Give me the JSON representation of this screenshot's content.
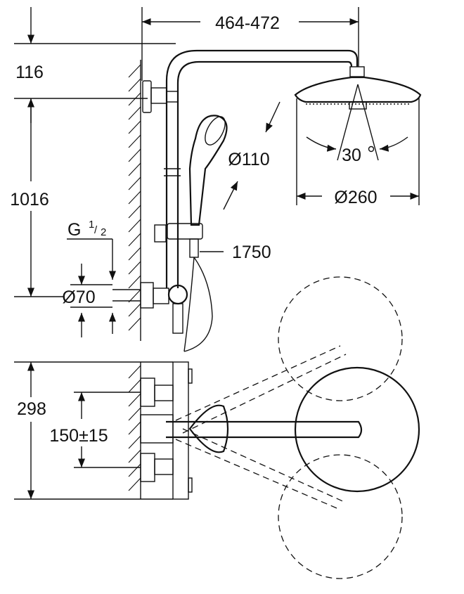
{
  "dimensions": {
    "arm_reach": "464-472",
    "height_top": "116",
    "bar_height": "1016",
    "inlet_thread": "G",
    "inlet_thread_num": "1",
    "inlet_thread_den": "2",
    "escutcheon_diameter": "Ø70",
    "hand_shower_diameter": "Ø110",
    "spray_angle": "30",
    "head_shower_diameter": "Ø260",
    "hose_length": "1750",
    "mixer_height": "298",
    "inlet_centers": "150±15"
  }
}
